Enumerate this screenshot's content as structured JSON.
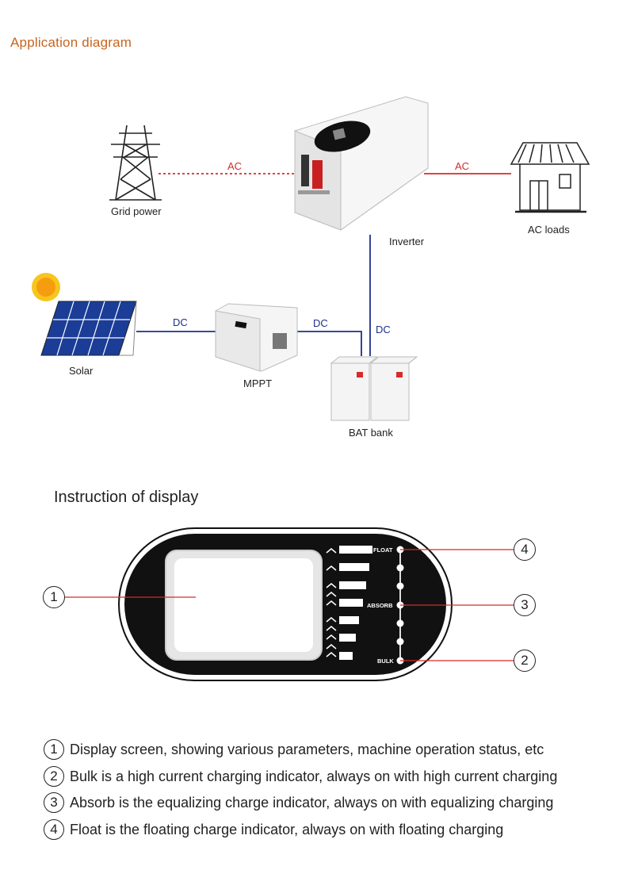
{
  "header": {
    "title": "Application diagram"
  },
  "diagram": {
    "nodes": {
      "grid": "Grid power",
      "inverter": "Inverter",
      "ac_loads": "AC loads",
      "solar": "Solar",
      "mppt": "MPPT",
      "battery": "BAT bank"
    },
    "links": {
      "grid_inverter": "AC",
      "inverter_loads": "AC",
      "solar_mppt": "DC",
      "mppt_battery": "DC",
      "inverter_battery": "DC"
    },
    "colors": {
      "ac": "#d62b2b",
      "dc": "#1f2f8a"
    }
  },
  "display": {
    "title": "Instruction of display",
    "indicators": {
      "float": "FLOAT",
      "absorb": "ABSORB",
      "bulk": "BULK"
    },
    "callouts": [
      "1",
      "2",
      "3",
      "4"
    ]
  },
  "legend": [
    {
      "num": "1",
      "text": "Display screen, showing various parameters, machine operation status, etc"
    },
    {
      "num": "2",
      "text": "Bulk is a high current charging indicator, always on with high current charging"
    },
    {
      "num": "3",
      "text": "Absorb is the equalizing charge indicator, always on with equalizing charging"
    },
    {
      "num": "4",
      "text": "Float is the floating charge indicator, always on with floating charging"
    }
  ]
}
